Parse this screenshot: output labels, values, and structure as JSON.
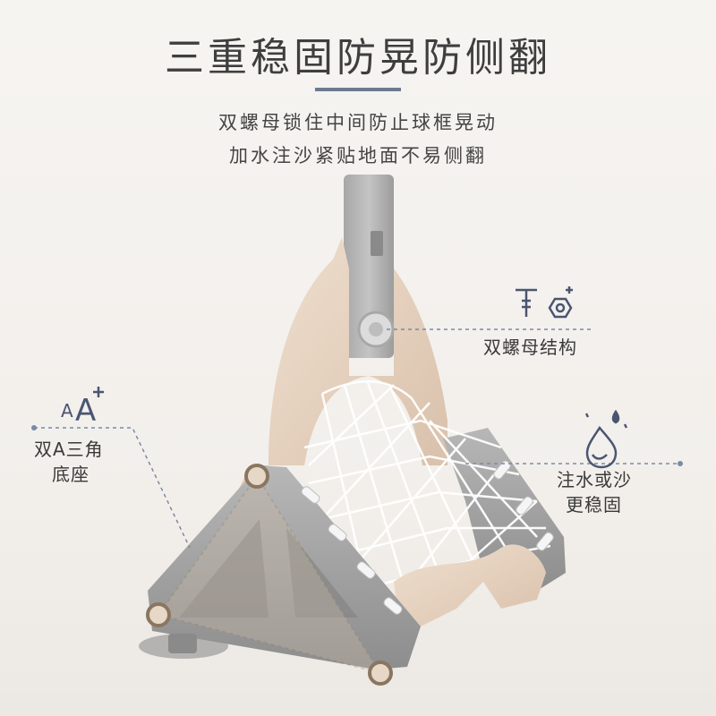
{
  "header": {
    "title": "三重稳固防晃防侧翻",
    "subtitle_line1": "双螺母锁住中间防止球框晃动",
    "subtitle_line2": "加水注沙紧贴地面不易侧翻"
  },
  "callouts": {
    "nut": {
      "label": "双螺母结构",
      "icon": "bolt-nut-icon"
    },
    "base": {
      "label_line1": "双A三角",
      "label_line2": "底座",
      "icon": "letter-a-icon"
    },
    "fill": {
      "label_line1": "注水或沙",
      "label_line2": "更稳固",
      "icon": "water-drop-icon"
    }
  },
  "colors": {
    "accent": "#6c7a92",
    "frame_beige": "#e8d4c1",
    "base_gray": "#9a9a9a",
    "dashed_line": "#7a8aa6"
  }
}
